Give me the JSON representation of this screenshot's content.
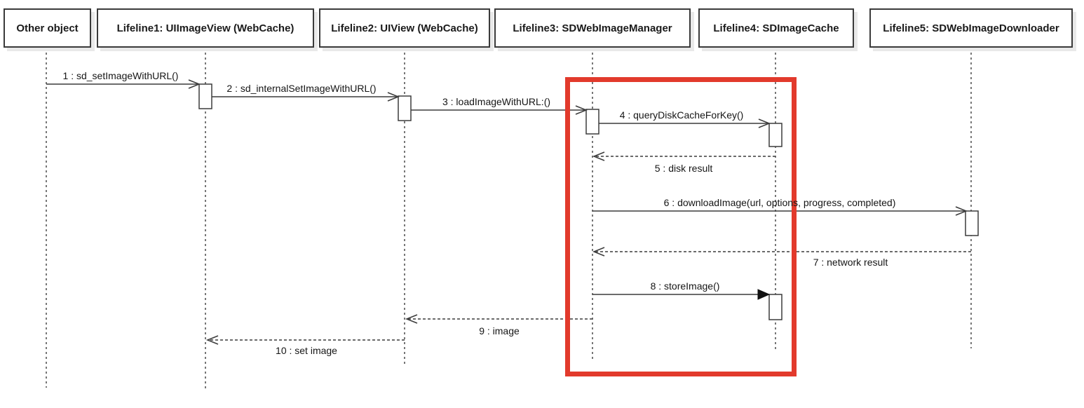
{
  "diagram": {
    "type": "uml-sequence-diagram",
    "background": "#ffffff",
    "line_color": "#3c3c3c",
    "highlight": {
      "color": "#e23a2c",
      "shape": "rectangle",
      "encloses": "interaction region between Lifeline3: SDWebImageManager and Lifeline4: SDImageCache (messages 3 through 9)"
    },
    "actors": [
      {
        "label": "Other object"
      },
      {
        "label": "Lifeline1: UIImageView (WebCache)"
      },
      {
        "label": "Lifeline2: UIView (WebCache)"
      },
      {
        "label": "Lifeline3: SDWebImageManager"
      },
      {
        "label": "Lifeline4: SDImageCache"
      },
      {
        "label": "Lifeline5: SDWebImageDownloader"
      }
    ],
    "messages": [
      {
        "label": "1 : sd_setImageWithURL()",
        "from": "Other object",
        "to": "Lifeline1: UIImageView (WebCache)",
        "style": "solid",
        "arrowhead": "open",
        "label_position": "above"
      },
      {
        "label": "2 : sd_internalSetImageWithURL()",
        "from": "Lifeline1: UIImageView (WebCache)",
        "to": "Lifeline2: UIView (WebCache)",
        "style": "solid",
        "arrowhead": "open",
        "label_position": "above"
      },
      {
        "label": "3 : loadImageWithURL:()",
        "from": "Lifeline2: UIView (WebCache)",
        "to": "Lifeline3: SDWebImageManager",
        "style": "solid",
        "arrowhead": "open",
        "label_position": "above"
      },
      {
        "label": "4 : queryDiskCacheForKey()",
        "from": "Lifeline3: SDWebImageManager",
        "to": "Lifeline4: SDImageCache",
        "style": "solid",
        "arrowhead": "open",
        "label_position": "above"
      },
      {
        "label": "5 : disk result",
        "from": "Lifeline4: SDImageCache",
        "to": "Lifeline3: SDWebImageManager",
        "style": "dashed",
        "arrowhead": "open",
        "label_position": "below"
      },
      {
        "label": "6 : downloadImage(url, options, progress, completed)",
        "from": "Lifeline3: SDWebImageManager",
        "to": "Lifeline5: SDWebImageDownloader",
        "style": "solid",
        "arrowhead": "open",
        "label_position": "above"
      },
      {
        "label": "7 : network result",
        "from": "Lifeline5: SDWebImageDownloader",
        "to": "Lifeline3: SDWebImageManager",
        "style": "dashed",
        "arrowhead": "open",
        "label_position": "below"
      },
      {
        "label": "8 : storeImage()",
        "from": "Lifeline3: SDWebImageManager",
        "to": "Lifeline4: SDImageCache",
        "style": "solid",
        "arrowhead": "filled",
        "label_position": "above"
      },
      {
        "label": "9 : image",
        "from": "Lifeline3: SDWebImageManager",
        "to": "Lifeline2: UIView (WebCache)",
        "style": "dashed",
        "arrowhead": "open",
        "label_position": "below"
      },
      {
        "label": "10 : set image",
        "from": "Lifeline2: UIView (WebCache)",
        "to": "Lifeline1: UIImageView (WebCache)",
        "style": "dashed",
        "arrowhead": "open",
        "label_position": "below"
      }
    ]
  }
}
